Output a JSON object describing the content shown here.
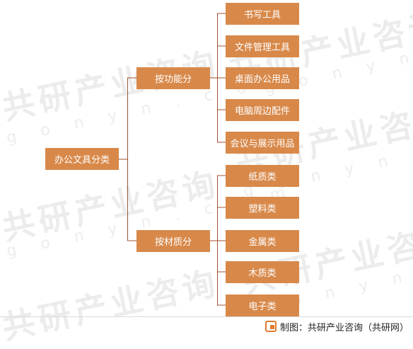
{
  "diagram": {
    "root": "办公文具分类",
    "branches": [
      {
        "label": "按功能分",
        "children": [
          "书写工具",
          "文件管理工具",
          "桌面办公用品",
          "电脑周边配件",
          "会议与展示用品"
        ]
      },
      {
        "label": "按材质分",
        "children": [
          "纸质类",
          "塑料类",
          "金属类",
          "木质类",
          "电子类"
        ]
      }
    ]
  },
  "watermark": {
    "brand": "共研产业咨询",
    "site": "g o n y n . c o m"
  },
  "footer": {
    "source": "制图：共研产业咨询（共研网）"
  },
  "colors": {
    "node": "#d8894a",
    "connector": "#a0522d"
  }
}
